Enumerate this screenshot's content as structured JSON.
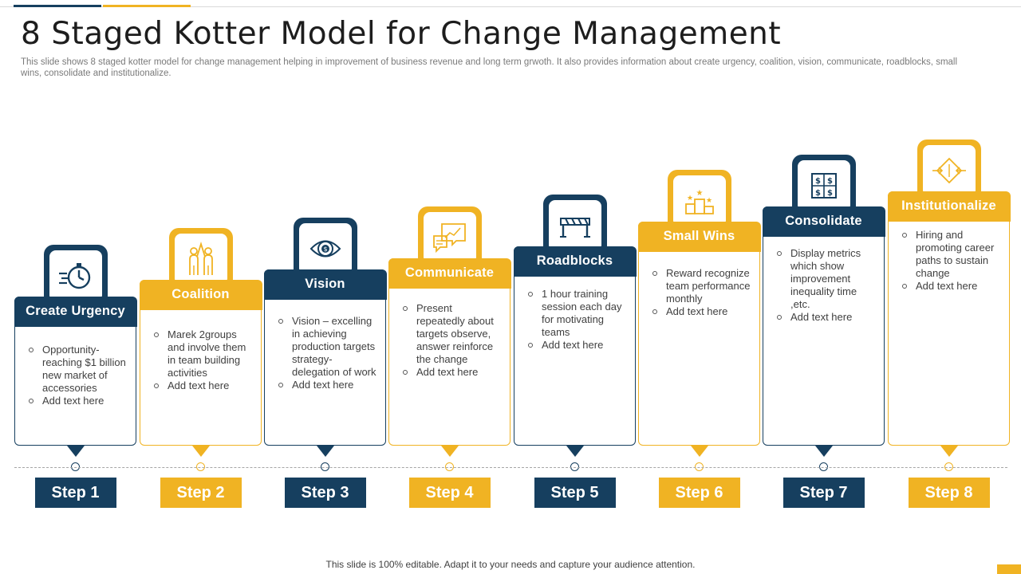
{
  "title": "8 Staged Kotter Model for Change Management",
  "subtitle": "This slide shows 8 staged kotter model for change management helping in improvement of business revenue and long term grwoth. It also provides information about create urgency, coalition, vision, communicate, roadblocks, small wins, consolidate and institutionalize.",
  "colors": {
    "navy": "#163f5f",
    "gold": "#f0b323"
  },
  "stages": [
    {
      "heading": "Create Urgency",
      "icon": "stopwatch-icon",
      "step": "Step 1",
      "bullets": [
        "Opportunity- reaching $1 billion new market of accessories",
        "Add text here"
      ]
    },
    {
      "heading": "Coalition",
      "icon": "people-high-five-icon",
      "step": "Step 2",
      "bullets": [
        "Marek 2groups and involve them in team building activities",
        "Add text here"
      ]
    },
    {
      "heading": "Vision",
      "icon": "eye-dollar-icon",
      "step": "Step 3",
      "bullets": [
        "Vision – excelling in achieving production targets strategy- delegation of work",
        "Add text here"
      ]
    },
    {
      "heading": "Communicate",
      "icon": "chat-chart-icon",
      "step": "Step 4",
      "bullets": [
        "Present repeatedly about targets observe, answer reinforce the change",
        "Add text here"
      ]
    },
    {
      "heading": "Roadblocks",
      "icon": "barrier-icon",
      "step": "Step 5",
      "bullets": [
        "1 hour training session each day for motivating teams",
        "Add text here"
      ]
    },
    {
      "heading": "Small Wins",
      "icon": "podium-stars-icon",
      "step": "Step 6",
      "bullets": [
        "Reward recognize team performance monthly",
        "Add text here"
      ]
    },
    {
      "heading": "Consolidate",
      "icon": "dollar-puzzle-icon",
      "step": "Step 7",
      "bullets": [
        "Display metrics which show improvement inequality time ,etc.",
        "Add text here"
      ]
    },
    {
      "heading": "Institutionalize",
      "icon": "diamond-arrows-icon",
      "step": "Step 8",
      "bullets": [
        "Hiring and promoting career paths to sustain change",
        "Add text here"
      ]
    }
  ],
  "footer": "This slide is 100% editable. Adapt it to your  needs and capture your audience attention."
}
